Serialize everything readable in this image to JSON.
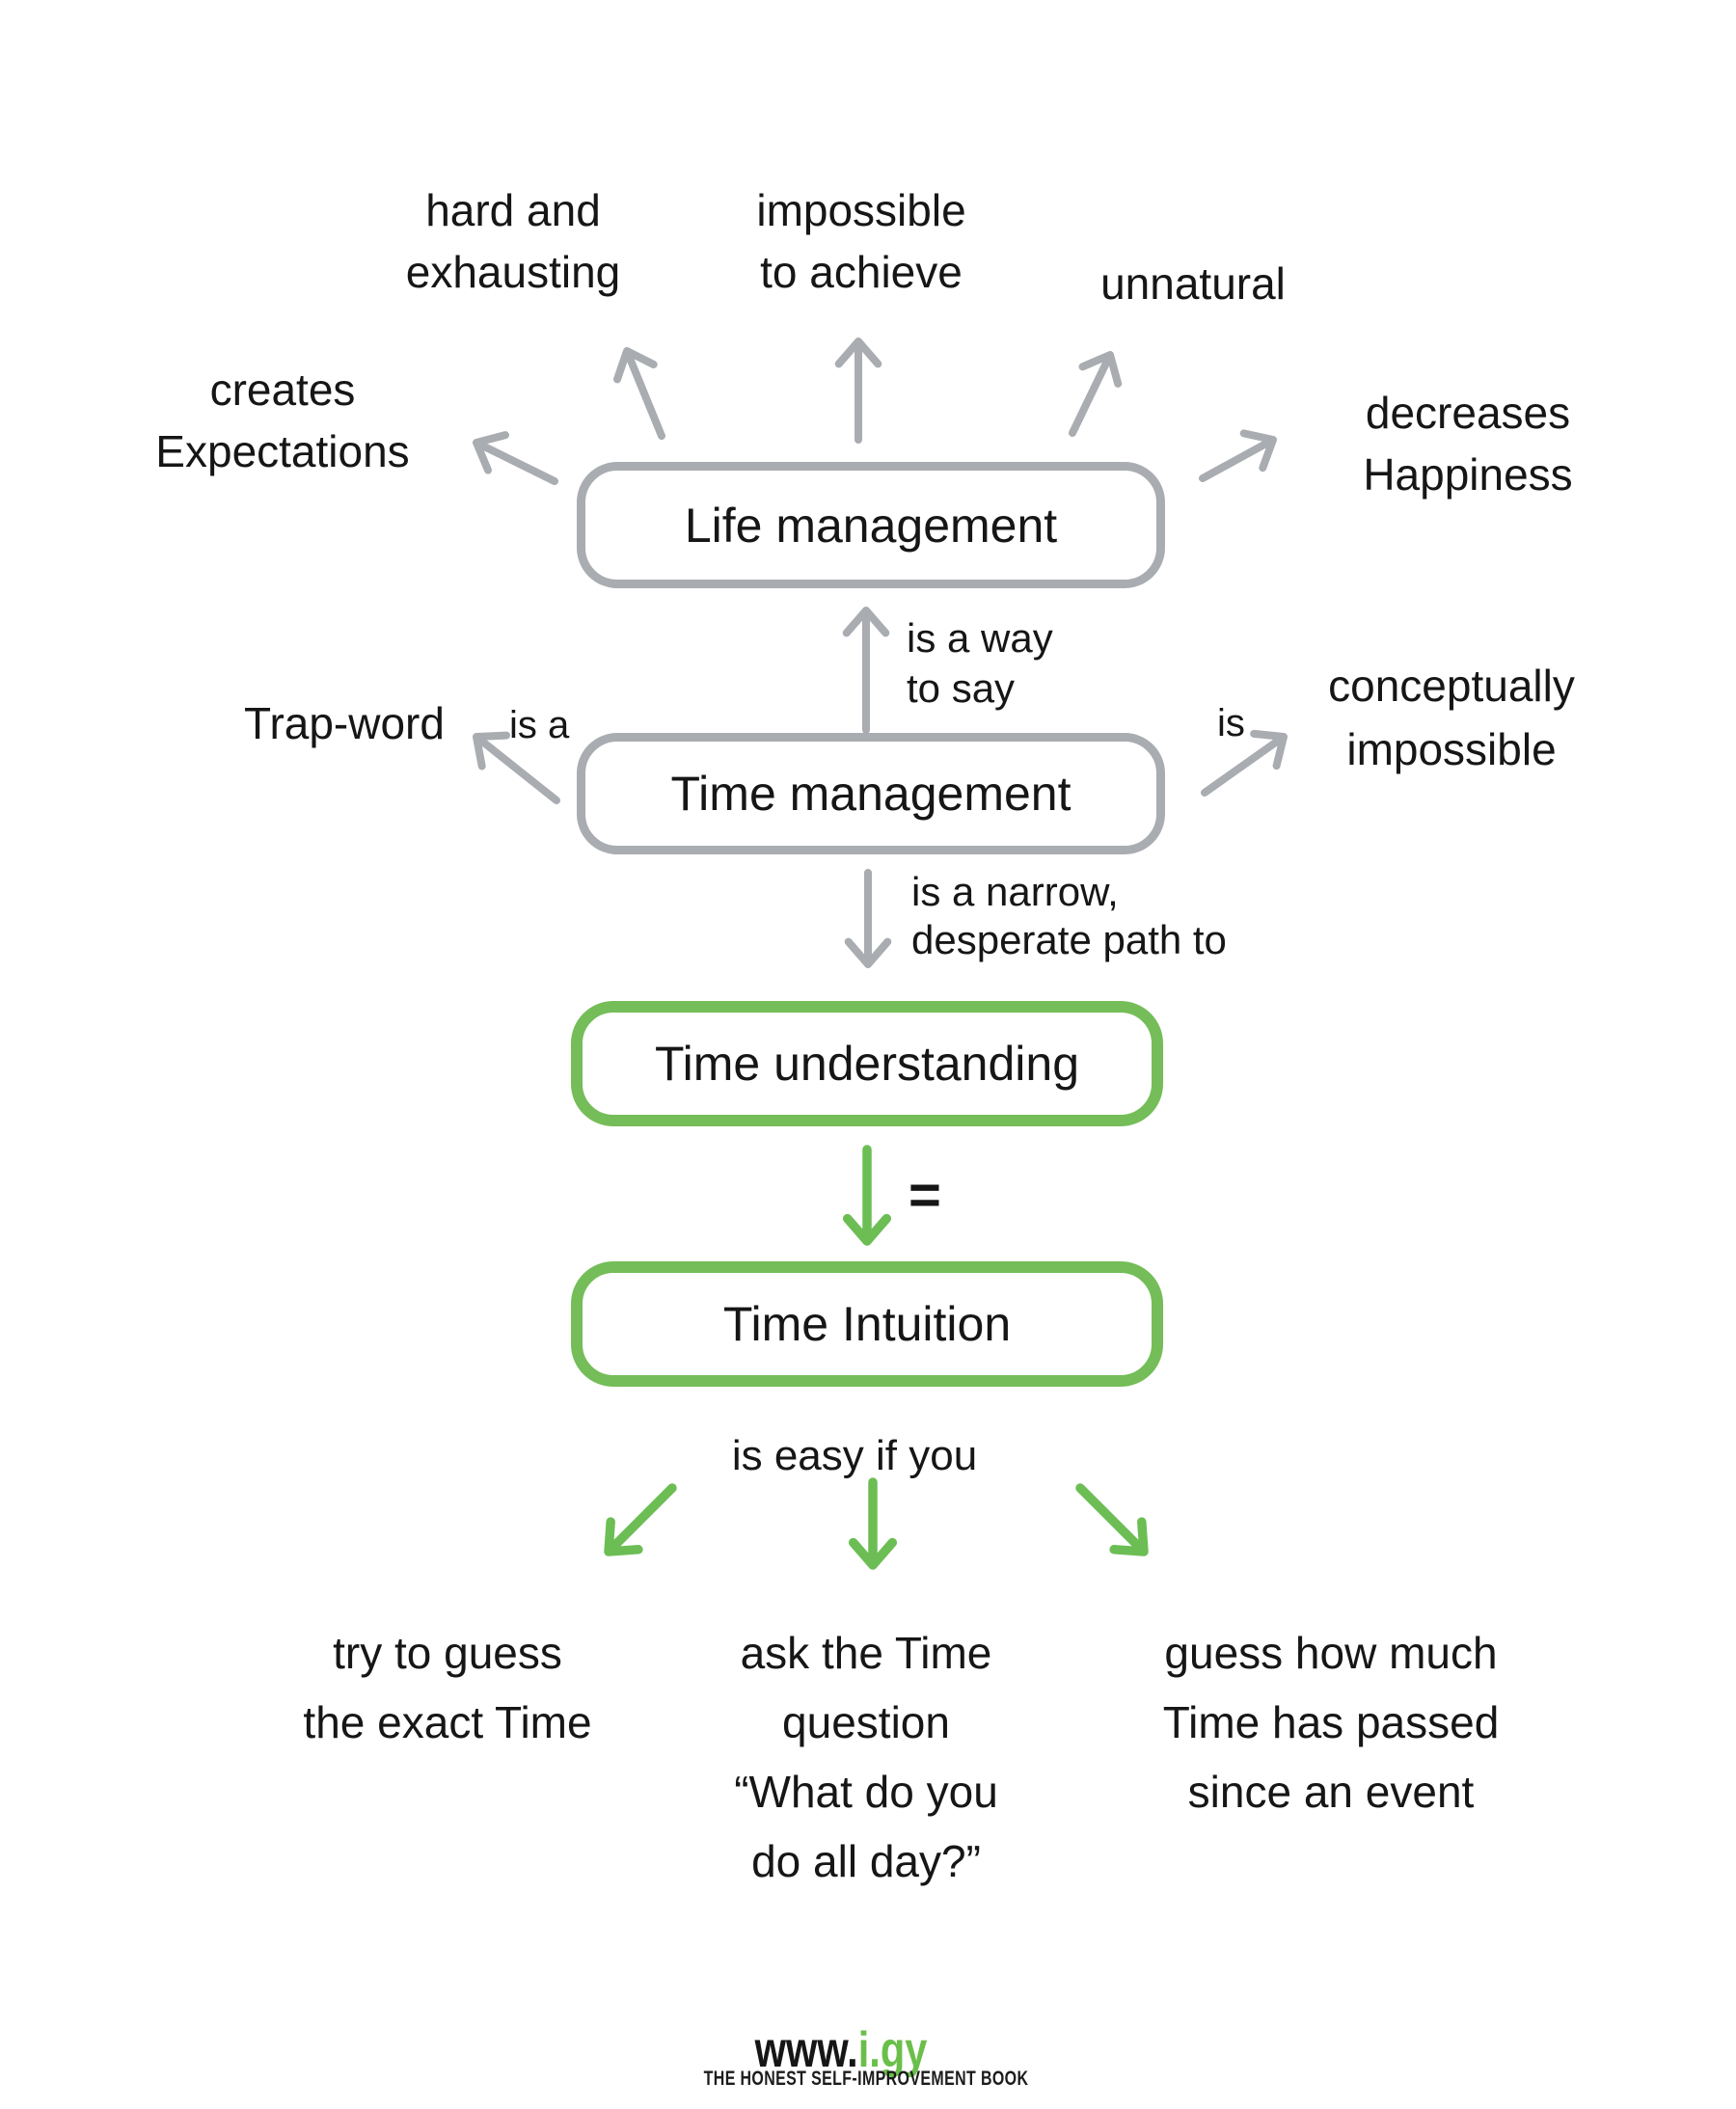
{
  "palette": {
    "gray_accent": "#a9acb0",
    "green_accent": "#6cbe54",
    "green_box_border": "#74bd58",
    "text_color": "#161616",
    "footer_green": "#6abf4b"
  },
  "nodes": {
    "life_management": "Life management",
    "time_management": "Time management",
    "time_understanding": "Time understanding",
    "time_intuition": "Time Intuition"
  },
  "satellites": {
    "hard_exhausting": "hard and\nexhausting",
    "impossible_achieve": "impossible\nto achieve",
    "unnatural": "unnatural",
    "creates_expectations": "creates\nExpectations",
    "decreases_happiness": "decreases\nHappiness",
    "trap_word": "Trap-word",
    "conceptually_impossible": "conceptually\nimpossible"
  },
  "edge_labels": {
    "is_a_way_to_say": "is a way\nto say",
    "is_a": "is a",
    "is": "is",
    "narrow_path": "is a narrow,\ndesperate path to",
    "equals": "=",
    "is_easy_if_you": "is easy if you"
  },
  "leaves": {
    "guess_exact": "try to guess\nthe exact Time",
    "ask_question": "ask the Time\nquestion\n“What do you\ndo all day?”",
    "guess_passed": "guess how much\nTime has passed\nsince an event"
  },
  "footer": {
    "url_prefix": "www.",
    "url_suffix": "i.gy",
    "tagline": "THE HONEST SELF-IMPROVEMENT BOOK"
  }
}
